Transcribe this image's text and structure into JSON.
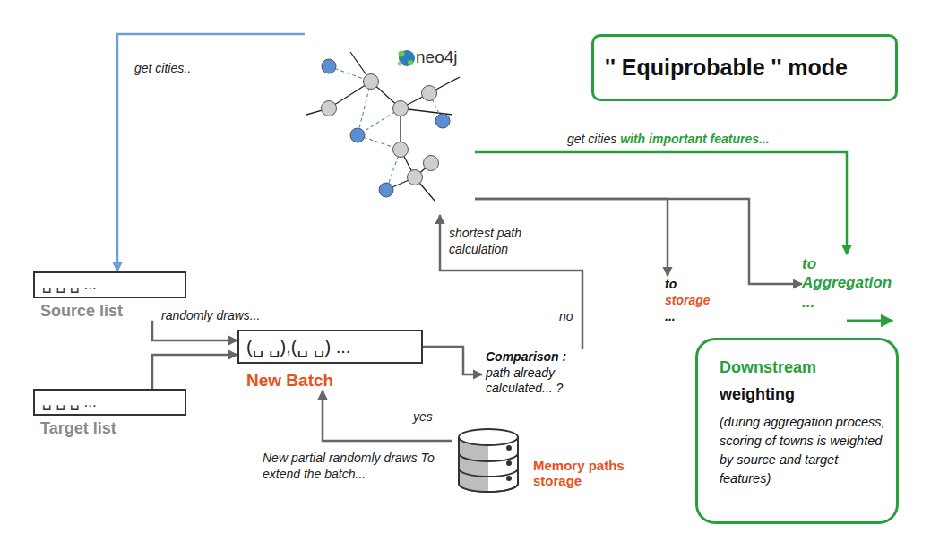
{
  "diagram": {
    "nodes": [
      {
        "text": [
          "neo4j"
        ]
      },
      {
        "text": [
          "'' Equiprobable '' mode"
        ]
      },
      {
        "text": [
          "␣ ␣ ␣ ...",
          "Source list"
        ]
      },
      {
        "text": [
          "␣ ␣ ␣ ...",
          "Target list"
        ]
      },
      {
        "text": [
          "(␣ ␣),(␣ ␣) ...",
          "New Batch"
        ]
      },
      {
        "text": [
          "Comparison :",
          "path already calculated... ?"
        ]
      },
      {
        "text": [
          "Memory paths storage"
        ]
      },
      {
        "text": [
          "to storage ..."
        ]
      },
      {
        "text": [
          "to Aggregation ..."
        ]
      },
      {
        "text": [
          "Downstream",
          "weighting",
          "(during aggregation process, scoring of towns is weighted by source and target features)"
        ]
      }
    ],
    "edges": [
      {
        "from": 0,
        "to": 2,
        "arrow": "to",
        "label": "get cities.."
      },
      {
        "from": 2,
        "to": 4,
        "arrow": "to",
        "label": "randomly draws..."
      },
      {
        "from": 3,
        "to": 4,
        "arrow": "to"
      },
      {
        "from": 4,
        "to": 5,
        "arrow": "to"
      },
      {
        "from": 5,
        "to": 0,
        "arrow": "to",
        "label": "no"
      },
      {
        "from": 6,
        "to": 4,
        "arrow": "to",
        "label": "yes"
      },
      {
        "from": 0,
        "to": 7,
        "arrow": "to"
      },
      {
        "from": 0,
        "to": 8,
        "arrow": "to"
      },
      {
        "from": 0,
        "to": 8,
        "arrow": "to",
        "label": "get cities with important features..."
      }
    ],
    "labels": [
      "shortest path calculation",
      "New partial randomly draws To extend the batch..."
    ]
  }
}
